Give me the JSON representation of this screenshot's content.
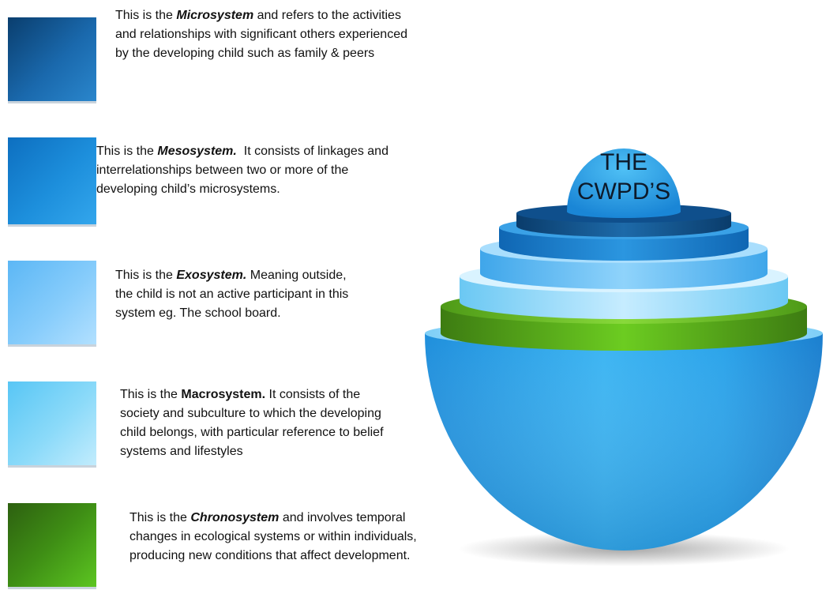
{
  "legend": [
    {
      "id": "micro",
      "color": "#1a69ad",
      "prefix": "This is the ",
      "term": "Microsystem",
      "term_style": "bold-italic",
      "text": " and refers to the activities and relationships with significant others experienced by the developing child such as family & peers"
    },
    {
      "id": "meso",
      "color": "#1d8fdc",
      "prefix": "This is the ",
      "term": "Mesosystem.",
      "term_style": "bold-italic",
      "text": "  It consists of linkages and interrelationships between two or more of the developing child’s microsystems."
    },
    {
      "id": "exo",
      "color": "#86ccfb",
      "prefix": "This is the ",
      "term": "Exosystem.",
      "term_style": "bold-italic",
      "text": " Meaning outside, the child is not an active participant in this system eg. The school board."
    },
    {
      "id": "macro",
      "color": "#8bdaf9",
      "prefix": "This is the ",
      "term": "Macrosystem.",
      "term_style": "bold",
      "text": " It consists of the society and subculture to which the developing child belongs, with particular reference to belief systems and lifestyles"
    },
    {
      "id": "chrono",
      "color": "#3f8f15",
      "prefix": "This is the ",
      "term": "Chronosystem",
      "term_style": "bold-italic",
      "text": " and involves temporal changes in ecological systems or within individuals, producing new conditions that affect development."
    }
  ],
  "diagram": {
    "cap_line1": "THE",
    "cap_line2": "CWPD’S"
  }
}
